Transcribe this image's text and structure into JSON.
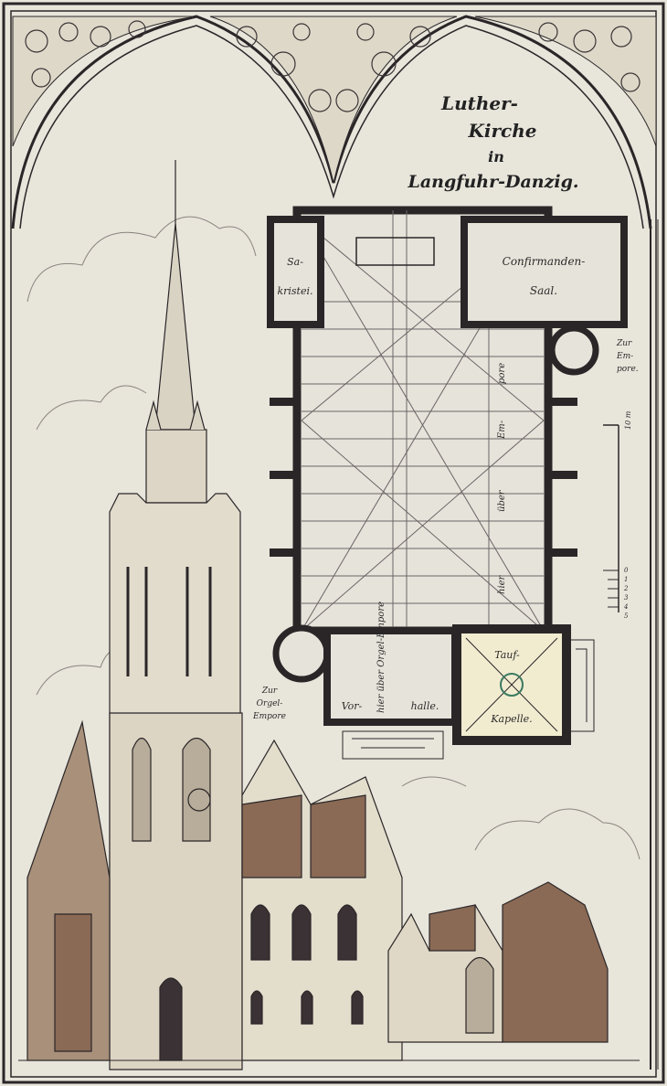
{
  "title": {
    "line1": "Luther-",
    "line2": "Kirche",
    "line3": "in",
    "line4": "Langfuhr-Danzig."
  },
  "plan_labels": {
    "sakristei_1": "Sa-",
    "sakristei_2": "kristei.",
    "confirmanden_1": "Confirmanden-",
    "confirmanden_2": "Saal.",
    "zur_empore_1": "Zur",
    "zur_empore_2": "Em-",
    "zur_empore_3": "pore.",
    "zur_orgel_1": "Zur",
    "zur_orgel_2": "Orgel-",
    "zur_orgel_3": "Empore",
    "vorhalle_1": "Vor-",
    "vorhalle_2": "halle.",
    "tauf_1": "Tauf-",
    "tauf_2": "Kapelle.",
    "orgel_empore_note": "hier über Orgel-Empore",
    "empore_note_1": "hier",
    "empore_note_2": "über",
    "empore_note_3": "Em-",
    "empore_note_4": "pore"
  },
  "scale": {
    "unit_label": "10 m",
    "ticks": [
      "0",
      "1",
      "2",
      "3",
      "4",
      "5"
    ]
  },
  "colors": {
    "paper": "#e8e5db",
    "ink": "#2a2628",
    "brick": "#8a6a55",
    "roof": "#7a5a4a"
  }
}
